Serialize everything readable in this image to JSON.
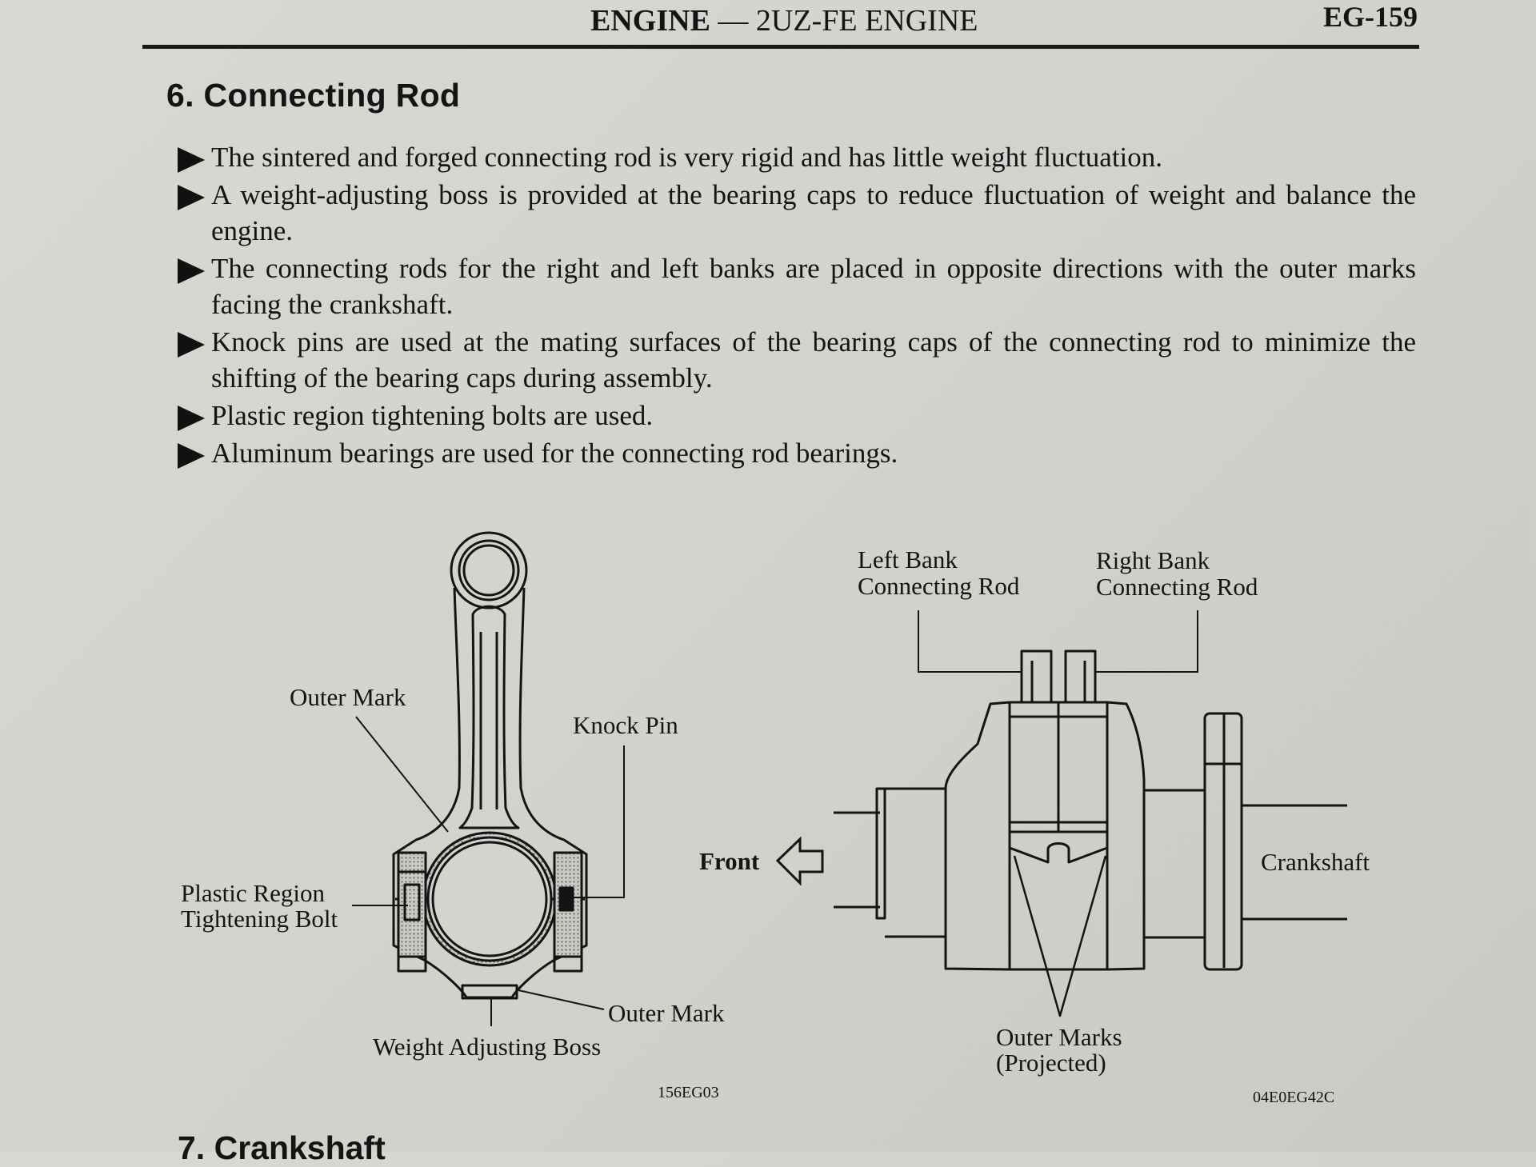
{
  "header": {
    "title_bold": "ENGINE",
    "title_rest": " — 2UZ-FE ENGINE",
    "page_number": "EG-159"
  },
  "section": {
    "title": "6. Connecting Rod"
  },
  "bullets": [
    "The sintered and forged connecting rod is very rigid and has little weight fluctuation.",
    "A weight-adjusting boss is provided at the bearing caps to reduce fluctuation of weight and balance the engine.",
    "The connecting rods for the right and left banks are placed in opposite directions with the outer marks facing the crankshaft.",
    "Knock pins are used at the mating surfaces of the bearing caps of the connecting rod to minimize the shifting of the bearing caps during assembly.",
    "Plastic region tightening bolts are used.",
    "Aluminum bearings are used for the connecting rod bearings."
  ],
  "figure_left": {
    "labels": {
      "outer_mark_top": "Outer Mark",
      "knock_pin": "Knock Pin",
      "plastic_bolt_line1": "Plastic Region",
      "plastic_bolt_line2": "Tightening Bolt",
      "outer_mark_bottom": "Outer Mark",
      "weight_boss": "Weight Adjusting Boss"
    },
    "code": "156EG03"
  },
  "figure_right": {
    "labels": {
      "left_bank_line1": "Left Bank",
      "left_bank_line2": "Connecting Rod",
      "right_bank_line1": "Right Bank",
      "right_bank_line2": "Connecting Rod",
      "front": "Front",
      "crankshaft": "Crankshaft",
      "outer_marks_line1": "Outer Marks",
      "outer_marks_line2": "(Projected)"
    },
    "code": "04E0EG42C"
  },
  "next_section": {
    "title": "7. Crankshaft"
  }
}
